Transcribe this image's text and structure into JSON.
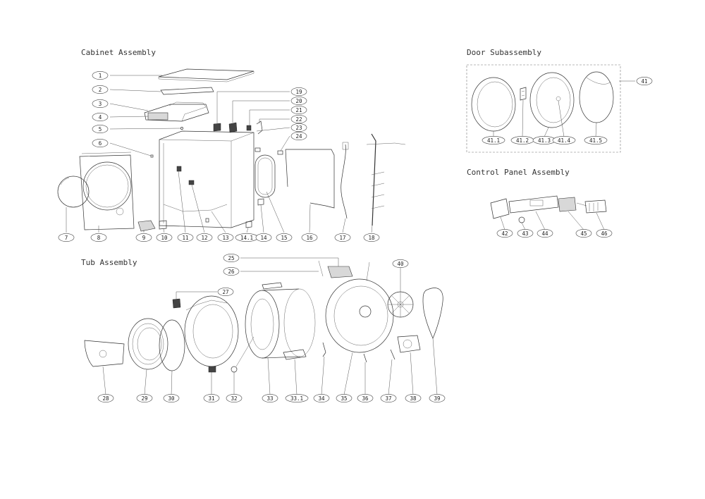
{
  "sections": {
    "cabinet": "Cabinet Assembly",
    "door": "Door Subassembly",
    "control": "Control Panel Assembly",
    "tub": "Tub Assembly"
  },
  "labels": [
    "1",
    "2",
    "3",
    "4",
    "5",
    "6",
    "7",
    "8",
    "9",
    "10",
    "11",
    "12",
    "13",
    "14.1",
    "14",
    "15",
    "16",
    "17",
    "18",
    "19",
    "20",
    "21",
    "22",
    "23",
    "24",
    "41",
    "41.1",
    "41.2",
    "41.3",
    "41.4",
    "41.5",
    "42",
    "43",
    "44",
    "45",
    "46",
    "25",
    "26",
    "27",
    "28",
    "29",
    "30",
    "31",
    "32",
    "33",
    "33.1",
    "34",
    "35",
    "36",
    "37",
    "38",
    "39",
    "40"
  ]
}
